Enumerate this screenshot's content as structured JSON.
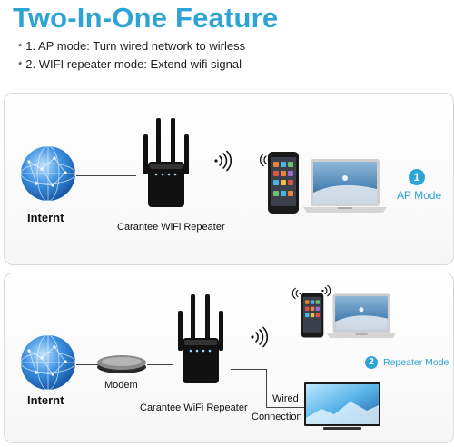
{
  "header": {
    "title": "Two-In-One Feature",
    "bullets": [
      {
        "marker": "*",
        "text": "1. AP mode: Turn wired network to wirless"
      },
      {
        "marker": "*",
        "text": "2. WIFI repeater mode: Extend wifi signal"
      }
    ]
  },
  "ap_panel": {
    "internet_label": "Internt",
    "repeater_label": "Carantee WiFi Repeater",
    "mode_number": "1",
    "mode_label": "AP Mode"
  },
  "repeater_panel": {
    "internet_label": "Internt",
    "modem_label": "Modem",
    "repeater_label": "Carantee WiFi Repeater",
    "mode_number": "2",
    "mode_label": "Repeater Mode",
    "wired_label": "Wired",
    "connection_label": "Connection"
  },
  "colors": {
    "accent": "#2ea3d6",
    "globe": "#3b8fe0",
    "device": "#111111"
  }
}
